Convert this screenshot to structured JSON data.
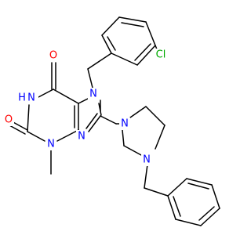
{
  "molecule": {
    "atoms": {
      "o6": "O",
      "n1": "N",
      "h1": "H",
      "o2": "O",
      "n3": "N",
      "n7": "N",
      "n9": "N",
      "cl": "Cl",
      "np1": "N",
      "np4": "N"
    },
    "colors": {
      "oxygen": "#ff0000",
      "nitrogen": "#0000ff",
      "chlorine": "#00aa00",
      "bond": "#000000"
    }
  }
}
